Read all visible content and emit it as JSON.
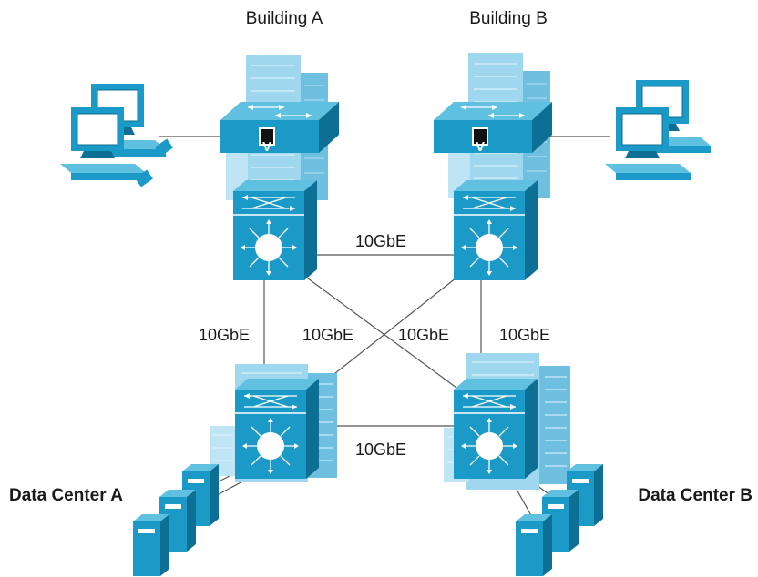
{
  "sites": {
    "building_a": "Building A",
    "building_b": "Building B",
    "dc_a": "Data Center A",
    "dc_b": "Data Center B"
  },
  "links": {
    "a_b": "10GbE",
    "a_dca": "10GbE",
    "a_dcb": "10GbE",
    "b_dca": "10GbE",
    "b_dcb": "10GbE",
    "dca_dcb": "10GbE"
  },
  "badges": {
    "vss_a": "V",
    "vss_b": "V"
  },
  "colors": {
    "device": "#1b9ac7",
    "device_light": "#5fc0e0",
    "device_dark": "#0d6f93",
    "building": "#9fd7ee",
    "building_dark": "#6fbfe0",
    "link": "#555555",
    "text": "#1a1a1a"
  },
  "icons": [
    "building-icon",
    "access-switch-icon",
    "multilayer-switch-icon",
    "workstation-icon",
    "server-icon",
    "phone-icon"
  ]
}
